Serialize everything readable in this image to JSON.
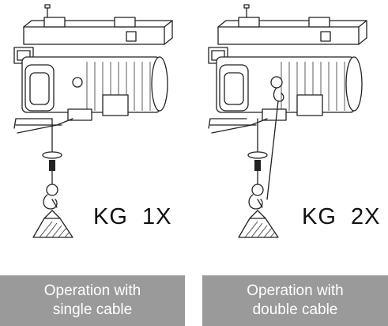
{
  "panels": [
    {
      "id": "single",
      "load_label": "KG  1X",
      "caption_line1": "Operation with",
      "caption_line2": "single cable"
    },
    {
      "id": "double",
      "load_label": "KG  2X",
      "caption_line1": "Operation with",
      "caption_line2": "double cable"
    }
  ],
  "colors": {
    "caption_bg": "#9a9a9a",
    "caption_text": "#ffffff",
    "line": "#222222"
  }
}
